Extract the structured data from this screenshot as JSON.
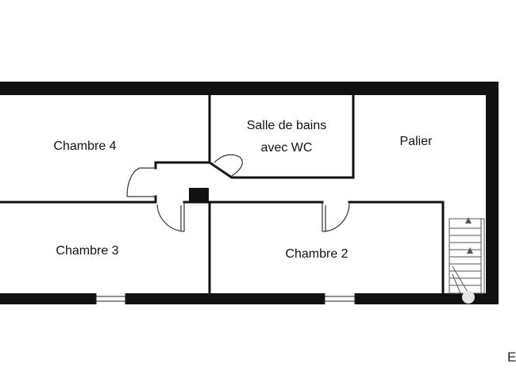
{
  "rooms": {
    "chambre4": "Chambre 4",
    "salle_de_bains_line1": "Salle de bains",
    "salle_de_bains_line2": "avec WC",
    "palier": "Palier",
    "chambre3": "Chambre 3",
    "chambre2": "Chambre 2"
  },
  "corner_text": "E",
  "colors": {
    "wall": "#111111",
    "thin_line": "#222222",
    "window": "#ffffff",
    "background": "#ffffff"
  }
}
